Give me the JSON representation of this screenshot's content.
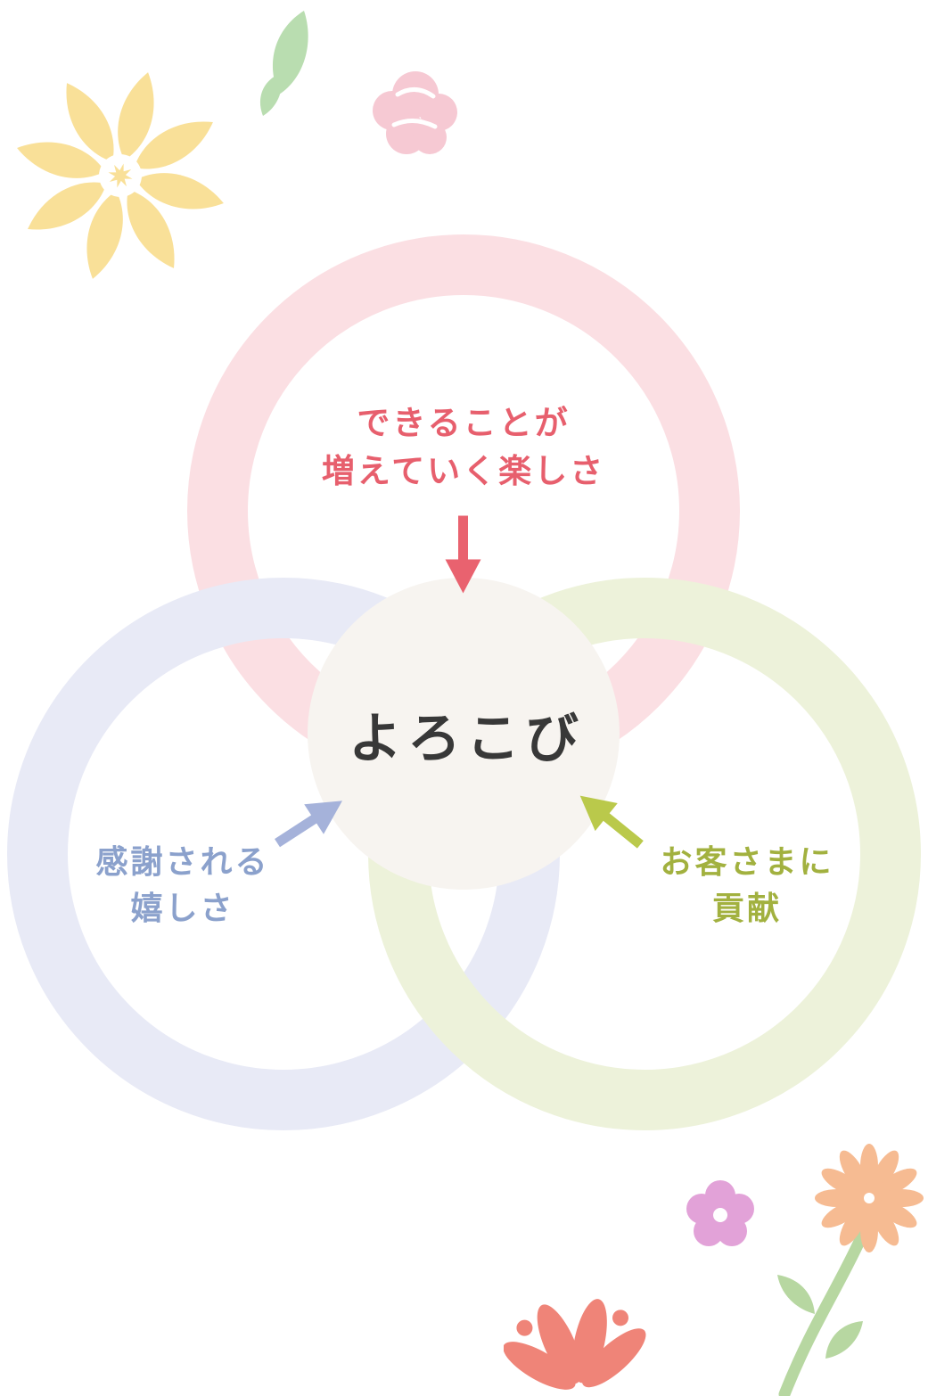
{
  "diagram": {
    "center": {
      "label": "よろこび",
      "bg_color": "#f7f4f0",
      "text_color": "#383838"
    },
    "top": {
      "line1": "できることが",
      "line2": "増えていく楽しさ",
      "text_color": "#e75f6d",
      "ring_color": "#fbdfe3",
      "arrow_color": "#e9626f"
    },
    "left": {
      "line1": "感謝される",
      "line2": "嬉しさ",
      "text_color": "#8ba1cc",
      "ring_color": "#e8eaf6",
      "arrow_color": "#a5b2da"
    },
    "right": {
      "line1": "お客さまに",
      "line2": "貢献",
      "text_color": "#a2b13f",
      "ring_color": "#edf2da",
      "arrow_color": "#bac94b"
    }
  },
  "decorations": {
    "yellow_flower_color": "#f9e098",
    "leaf_color": "#b9ddb0",
    "pink_blossom_color": "#f6c9d3",
    "purple_flower_color": "#e2a2d8",
    "orange_flower_color": "#f6bb92",
    "stem_color": "#b7d7a1",
    "coral_flower_color": "#ef8478"
  }
}
